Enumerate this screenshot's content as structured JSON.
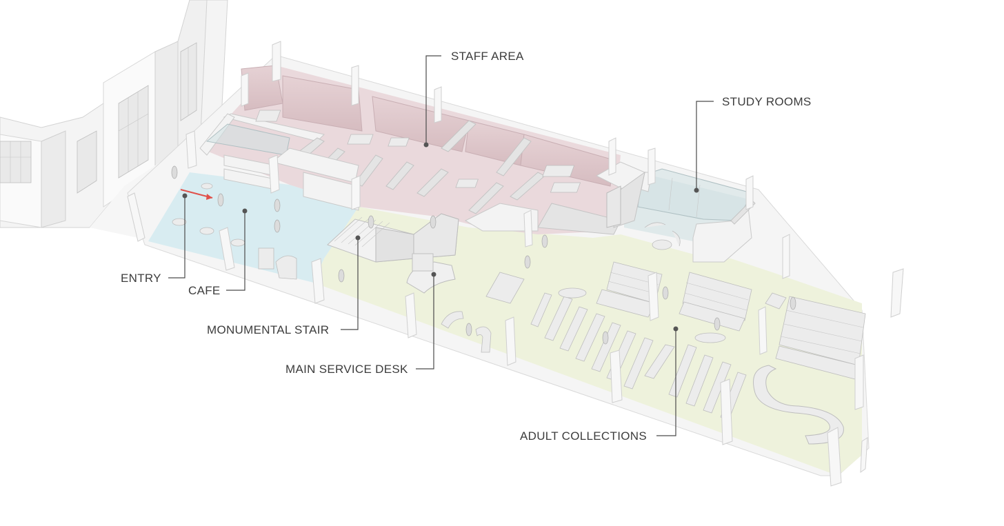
{
  "labels": {
    "staff_area": "STAFF AREA",
    "study_rooms": "STUDY ROOMS",
    "entry": "ENTRY",
    "cafe": "CAFE",
    "monumental_stair": "MONUMENTAL STAIR",
    "main_service_desk": "MAIN SERVICE DESK",
    "adult_collections": "ADULT COLLECTIONS"
  },
  "colors": {
    "staff_zone": "#ead9dc",
    "staff_wall": "#dcc3c7",
    "cafe_zone": "#d8ecf1",
    "collections_zone": "#eef2dc",
    "study_zone": "#dfe9ea",
    "entry_arrow": "#e0504a",
    "leader": "#4a4a4a"
  }
}
